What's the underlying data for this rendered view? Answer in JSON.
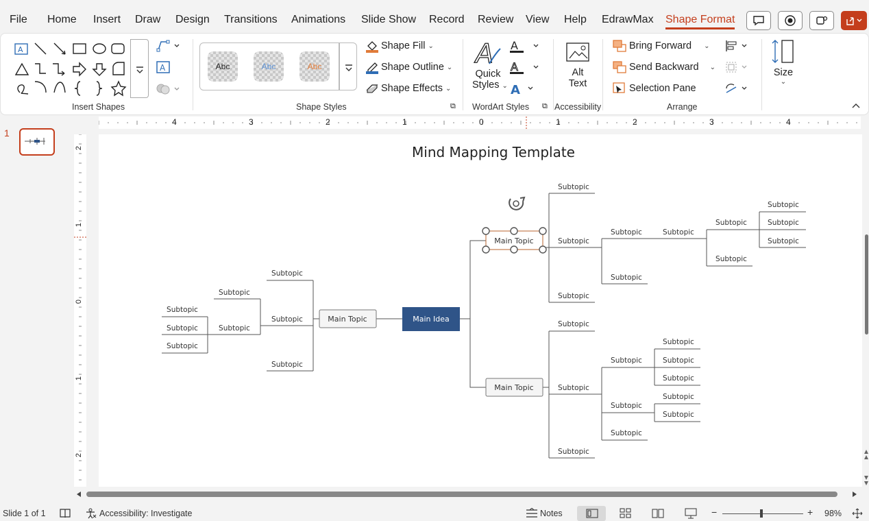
{
  "menu": {
    "tabs": [
      "File",
      "Home",
      "Insert",
      "Draw",
      "Design",
      "Transitions",
      "Animations",
      "Slide Show",
      "Record",
      "Review",
      "View",
      "Help",
      "EdrawMax",
      "Shape Format"
    ],
    "active_tab": "Shape Format"
  },
  "ribbon": {
    "insert_shapes_label": "Insert Shapes",
    "shape_styles_label": "Shape Styles",
    "style_preview_text": "Abc",
    "shape_fill": "Shape Fill",
    "shape_outline": "Shape Outline",
    "shape_effects": "Shape Effects",
    "quick_styles_line1": "Quick",
    "quick_styles_line2": "Styles",
    "wordart_label": "WordArt Styles",
    "alt_text_line1": "Alt",
    "alt_text_line2": "Text",
    "accessibility_label": "Accessibility",
    "bring_forward": "Bring Forward",
    "send_backward": "Send Backward",
    "selection_pane": "Selection Pane",
    "arrange_label": "Arrange",
    "size_label": "Size"
  },
  "thumbnails": {
    "slide_number": "1"
  },
  "ruler": {
    "h_labels": [
      "4",
      "3",
      "2",
      "1",
      "0",
      "1",
      "2",
      "3",
      "4"
    ],
    "v_labels": [
      "2",
      "1",
      "0",
      "1",
      "2"
    ]
  },
  "slide": {
    "title": "Mind Mapping Template",
    "main_idea": "Main Idea",
    "main_topic": "Main Topic",
    "subtopic": "Subtopic"
  },
  "status": {
    "slide_info": "Slide 1 of 1",
    "accessibility": "Accessibility: Investigate",
    "notes": "Notes",
    "zoom": "98%"
  },
  "colors": {
    "accent": "#c43e1c",
    "main_idea_fill": "#2f5488",
    "selection_stroke": "#b8632d"
  }
}
